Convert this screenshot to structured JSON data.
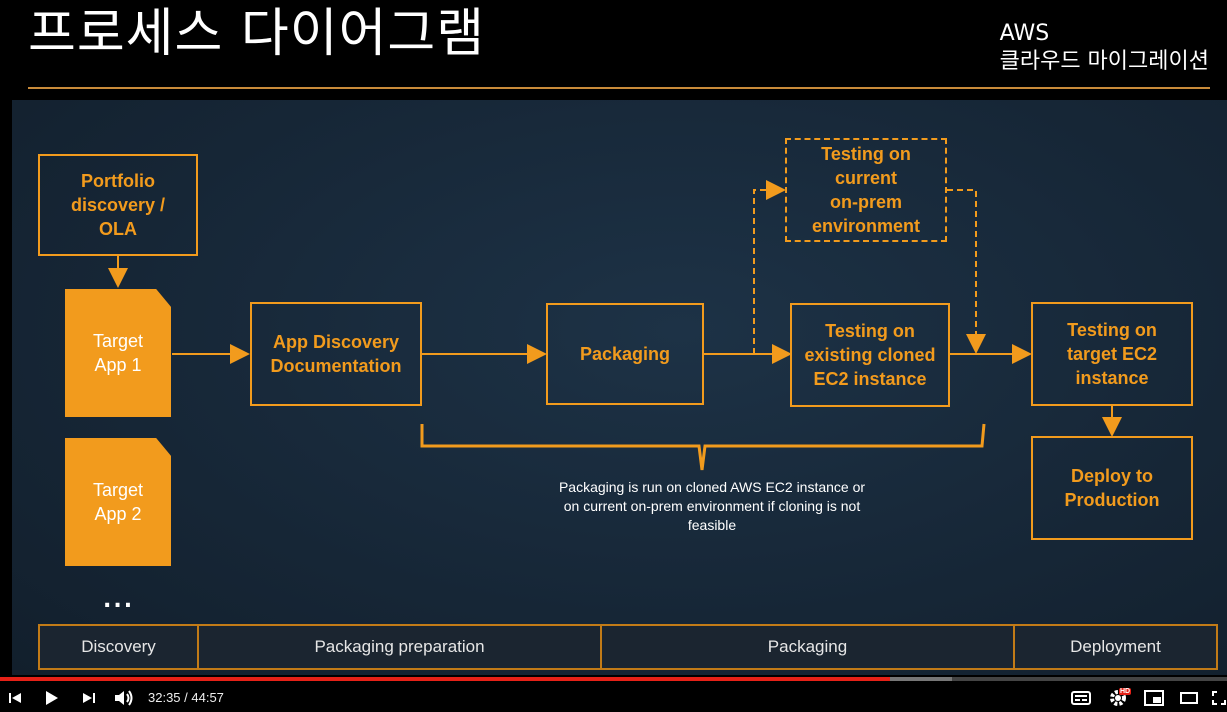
{
  "header": {
    "title": "프로세스 다이어그램",
    "brand_line1": "AWS",
    "brand_line2": "클라우드 마이그레이션"
  },
  "diagram": {
    "portfolio_box": "Portfolio\ndiscovery /\nOLA",
    "target_app_1": "Target\nApp 1",
    "target_app_2": "Target\nApp 2",
    "ellipsis": "...",
    "app_discovery_box": "App Discovery\nDocumentation",
    "packaging_box": "Packaging",
    "testing_onprem_box": "Testing on\ncurrent\non-prem\nenvironment",
    "testing_cloned_box": "Testing on\nexisting cloned\nEC2 instance",
    "testing_target_box": "Testing on\ntarget EC2\ninstance",
    "deploy_box": "Deploy to\nProduction",
    "packaging_note": "Packaging is run on cloned AWS EC2 instance or\non current on-prem environment if cloning is not\nfeasible",
    "accent_color": "#f29b1d"
  },
  "phases": [
    "Discovery",
    "Packaging preparation",
    "Packaging",
    "Deployment"
  ],
  "player": {
    "time": "32:35 / 44:57",
    "played_fraction": 0.725,
    "buffered_fraction": 0.776,
    "hd_badge": "HD",
    "icons": [
      "previous-icon",
      "play-icon",
      "next-icon",
      "volume-icon",
      "subtitles-icon",
      "settings-icon",
      "miniplayer-icon",
      "theater-icon",
      "fullscreen-icon"
    ]
  }
}
